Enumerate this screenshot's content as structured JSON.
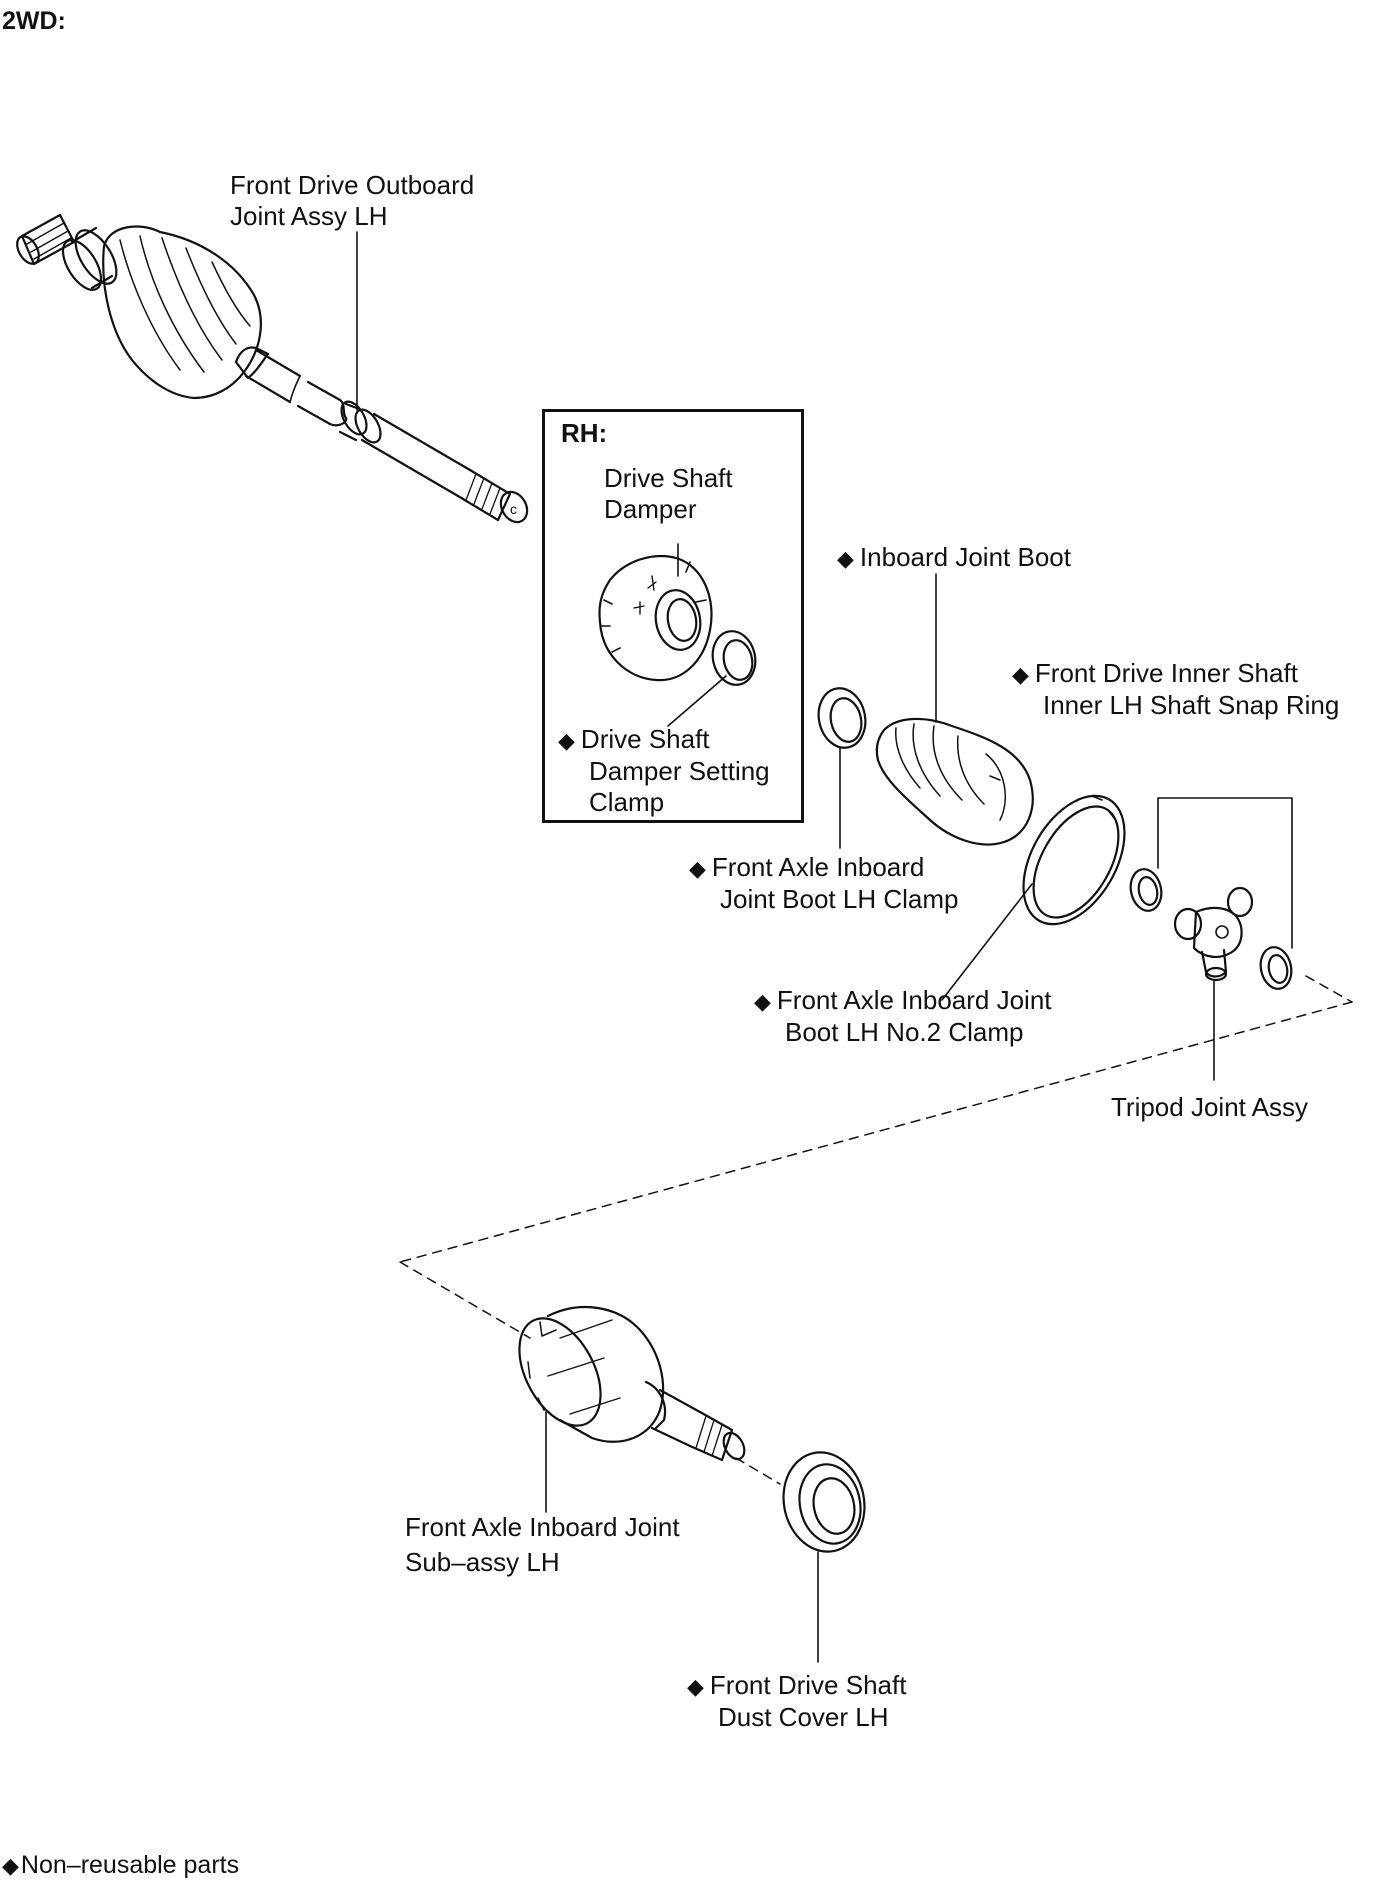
{
  "heading": "2WD:",
  "non_reusable_mark": "◆",
  "rh_box": {
    "title": "RH:"
  },
  "labels": {
    "outboard_joint": [
      "Front Drive Outboard",
      "Joint Assy LH"
    ],
    "damper": [
      "Drive Shaft",
      "Damper"
    ],
    "damper_clamp": [
      "Drive Shaft",
      "Damper Setting",
      "Clamp"
    ],
    "inboard_boot": [
      "Inboard Joint Boot"
    ],
    "snap_ring": [
      "Front Drive Inner Shaft",
      "Inner LH Shaft Snap Ring"
    ],
    "boot_clamp": [
      "Front Axle Inboard",
      "Joint Boot LH Clamp"
    ],
    "boot_no2_clamp": [
      "Front Axle Inboard Joint",
      "Boot LH No.2 Clamp"
    ],
    "tripod": [
      "Tripod Joint Assy"
    ],
    "inboard_sub": [
      "Front Axle Inboard Joint",
      "Sub–assy LH"
    ],
    "dust_cover": [
      "Front Drive Shaft",
      "Dust Cover LH"
    ]
  },
  "legend": "Non–reusable parts",
  "icons": {
    "non_reusable": "diamond-icon"
  },
  "colors": {
    "line": "#111111",
    "paper": "#ffffff"
  }
}
